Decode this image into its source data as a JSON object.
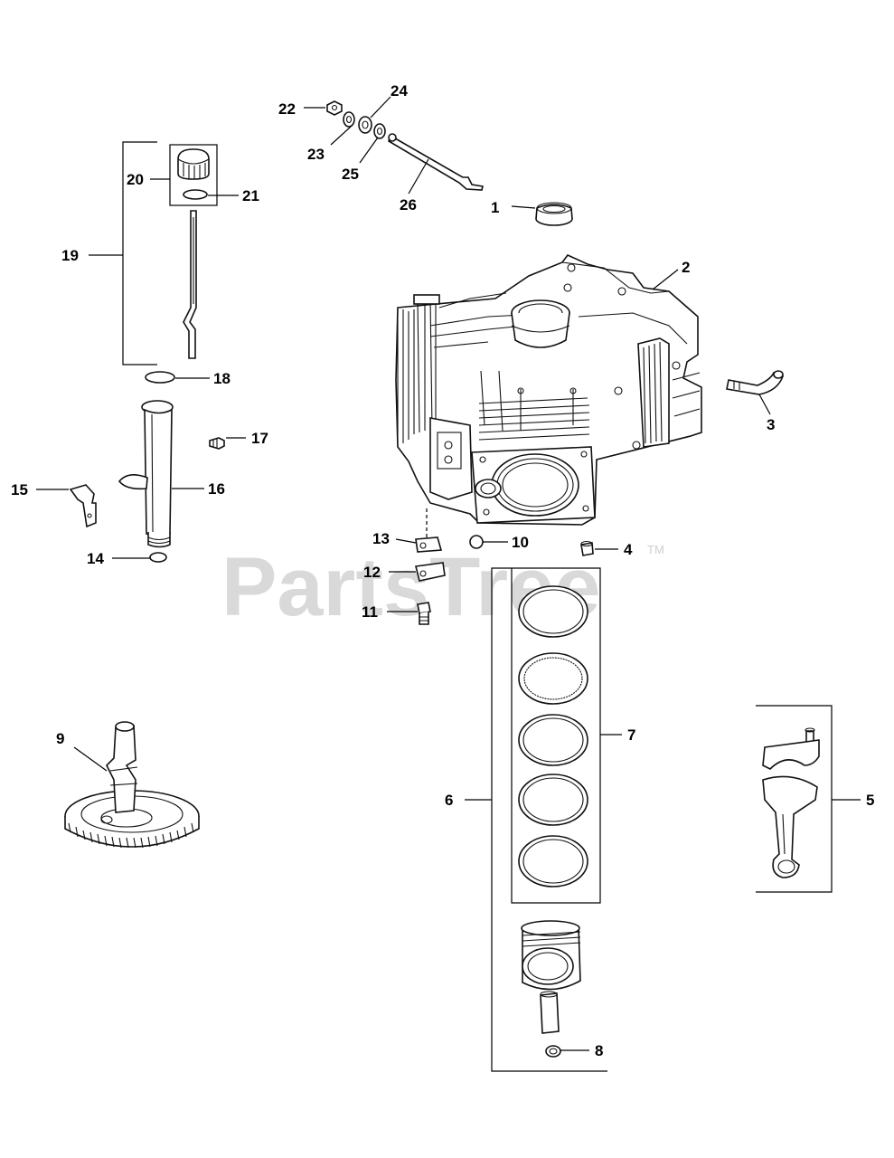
{
  "watermark": {
    "text": "PartsTree",
    "trademark": "TM"
  },
  "callouts": [
    "1",
    "2",
    "3",
    "4",
    "5",
    "6",
    "7",
    "8",
    "9",
    "10",
    "11",
    "12",
    "13",
    "14",
    "15",
    "16",
    "17",
    "18",
    "19",
    "20",
    "21",
    "22",
    "23",
    "24",
    "25",
    "26"
  ],
  "colors": {
    "line": "#000000",
    "watermark": "#d9d9d9",
    "background": "#ffffff"
  }
}
